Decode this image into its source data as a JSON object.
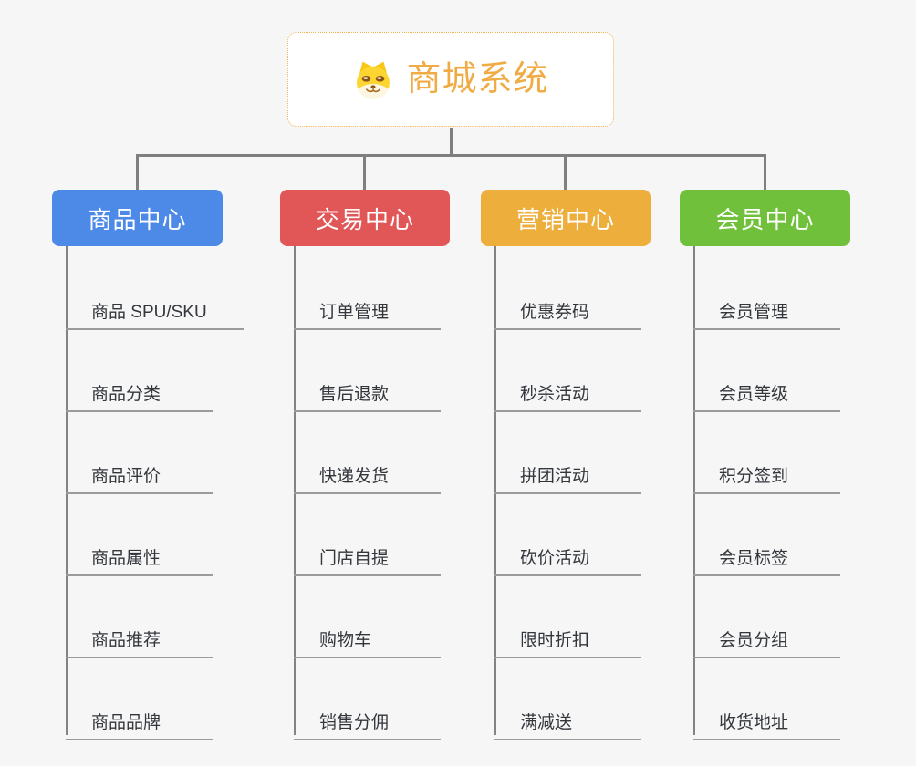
{
  "root": {
    "title": "商城系统",
    "icon": "doge-icon",
    "title_color": "#f0ab44",
    "border_color": "#f2b050"
  },
  "connector_color": "#7f7f7f",
  "branches": [
    {
      "label": "商品中心",
      "color": "#4d89e6",
      "items": [
        "商品 SPU/SKU",
        "商品分类",
        "商品评价",
        "商品属性",
        "商品推荐",
        "商品品牌"
      ]
    },
    {
      "label": "交易中心",
      "color": "#e15656",
      "items": [
        "订单管理",
        "售后退款",
        "快递发货",
        "门店自提",
        "购物车",
        "销售分佣"
      ]
    },
    {
      "label": "营销中心",
      "color": "#edae3c",
      "items": [
        "优惠券码",
        "秒杀活动",
        "拼团活动",
        "砍价活动",
        "限时折扣",
        "满减送"
      ]
    },
    {
      "label": "会员中心",
      "color": "#70c03c",
      "items": [
        "会员管理",
        "会员等级",
        "积分签到",
        "会员标签",
        "会员分组",
        "收货地址"
      ]
    }
  ]
}
